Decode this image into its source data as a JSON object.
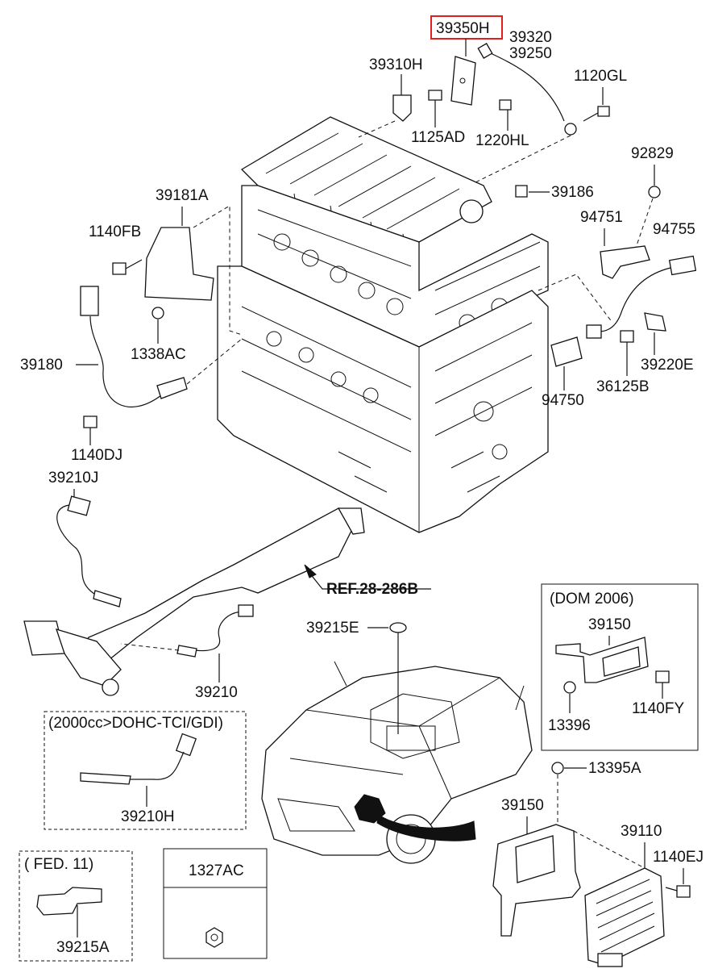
{
  "labels": {
    "highlighted": "39350H",
    "p39320": "39320",
    "p39250": "39250",
    "p39310H": "39310H",
    "p1120GL": "1120GL",
    "p1125AD": "1125AD",
    "p1220HL": "1220HL",
    "p92829": "92829",
    "p39181A": "39181A",
    "p39186": "39186",
    "p94751": "94751",
    "p94755": "94755",
    "p1140FB": "1140FB",
    "p1338AC": "1338AC",
    "p39180": "39180",
    "p39220E": "39220E",
    "p36125B": "36125B",
    "p94750": "94750",
    "p1140DJ": "1140DJ",
    "p39210J": "39210J",
    "p39215E": "39215E",
    "p39210": "39210",
    "p39150a": "39150",
    "p13396": "13396",
    "p1140FY": "1140FY",
    "p13395A": "13395A",
    "p39150b": "39150",
    "p39110": "39110",
    "p1140EJ": "1140EJ",
    "p39210H": "39210H",
    "p39215A": "39215A",
    "p1327AC": "1327AC"
  },
  "reference": "REF.28-286B",
  "boxes": {
    "dom2006": "(DOM 2006)",
    "dohc": "(2000cc>DOHC-TCI/GDI)",
    "fed11": "( FED. 11)"
  },
  "colors": {
    "highlight": "#e0201c",
    "ink": "#111111"
  }
}
